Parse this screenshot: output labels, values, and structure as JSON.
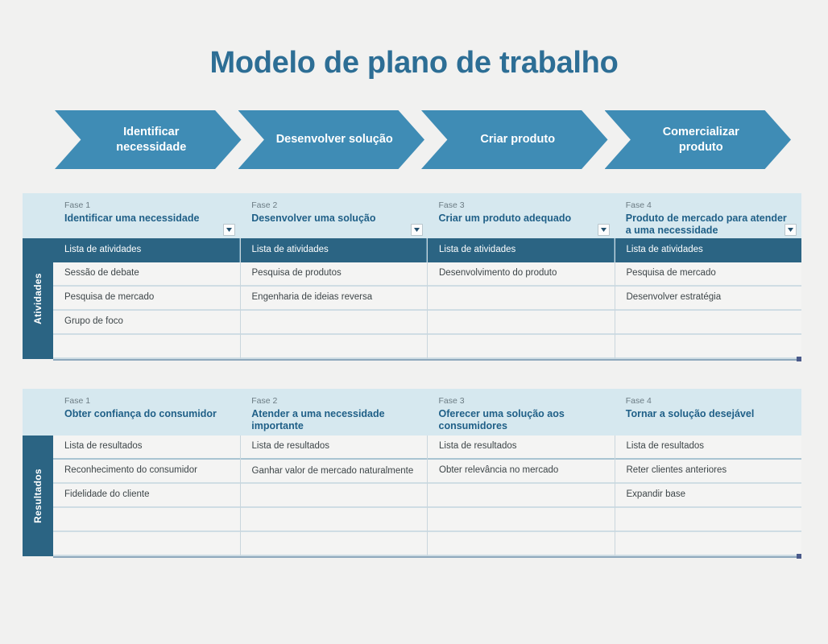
{
  "page": {
    "title": "Modelo de plano de trabalho",
    "background_color": "#f1f1f0",
    "accent_color": "#3f8cb5",
    "dark_accent_color": "#2b6483",
    "band_color": "#d6e8ef",
    "title_color": "#2d6e95"
  },
  "process_steps": [
    {
      "label": "Identificar necessidade"
    },
    {
      "label": "Desenvolver solução"
    },
    {
      "label": "Criar produto"
    },
    {
      "label": "Comercializar produto"
    }
  ],
  "tables": [
    {
      "id": "activities",
      "rail_label": "Atividades",
      "has_filters": true,
      "header_style": "dark",
      "columns": [
        {
          "phase": "Fase 1",
          "title": "Identificar uma necessidade",
          "list_header": "Lista de atividades",
          "items": [
            "Sessão de debate",
            "Pesquisa de mercado",
            "Grupo de foco",
            "",
            ""
          ]
        },
        {
          "phase": "Fase 2",
          "title": "Desenvolver uma solução",
          "list_header": "Lista de atividades",
          "items": [
            "Pesquisa de produtos",
            "Engenharia de ideias reversa",
            "",
            "",
            ""
          ]
        },
        {
          "phase": "Fase 3",
          "title": "Criar um produto adequado",
          "list_header": "Lista de atividades",
          "items": [
            "Desenvolvimento do produto",
            "",
            "",
            "",
            ""
          ]
        },
        {
          "phase": "Fase 4",
          "title": "Produto de mercado para atender a uma necessidade",
          "list_header": "Lista de atividades",
          "items": [
            "Pesquisa de mercado",
            "Desenvolver estratégia",
            "",
            "",
            ""
          ]
        }
      ]
    },
    {
      "id": "results",
      "rail_label": "Resultados",
      "has_filters": false,
      "header_style": "light",
      "columns": [
        {
          "phase": "Fase 1",
          "title": "Obter confiança do consumidor",
          "list_header": "Lista de resultados",
          "items": [
            "Reconhecimento do consumidor",
            "Fidelidade do cliente",
            "",
            "",
            ""
          ]
        },
        {
          "phase": "Fase 2",
          "title": "Atender a uma necessidade importante",
          "list_header": "Lista de resultados",
          "items": [
            "Ganhar valor de mercado naturalmente",
            "",
            "",
            "",
            ""
          ]
        },
        {
          "phase": "Fase 3",
          "title": "Oferecer uma solução aos consumidores",
          "list_header": "Lista de resultados",
          "items": [
            "Obter relevância no mercado",
            "",
            "",
            "",
            ""
          ]
        },
        {
          "phase": "Fase 4",
          "title": "Tornar a solução desejável",
          "list_header": "Lista de resultados",
          "items": [
            "Reter clientes anteriores",
            "Expandir base",
            "",
            "",
            ""
          ]
        }
      ]
    }
  ]
}
